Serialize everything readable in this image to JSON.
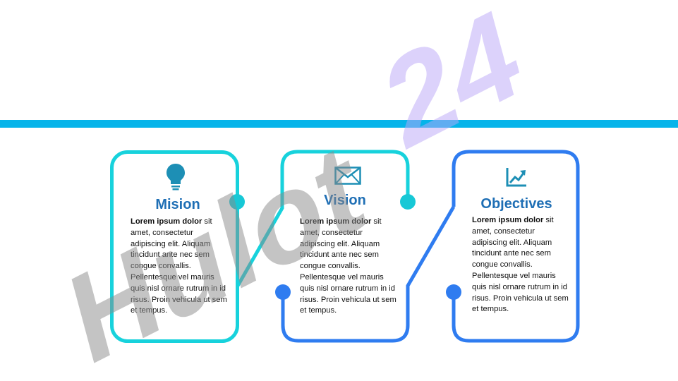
{
  "colors": {
    "top_bar": "#06b4ea",
    "cyan": "#17d2dc",
    "blue": "#2f7cf0",
    "title": "#1f6fb5",
    "icon": "#1d8fb5"
  },
  "cards": [
    {
      "icon": "lightbulb-icon",
      "title": "Mision",
      "bold": "Lorem ipsum dolor",
      "text": " sit amet, consectetur adipiscing elit. Aliquam tincidunt ante nec sem congue convallis. Pellentesque vel mauris quis nisl ornare rutrum in id risus. Proin vehicula ut sem et tempus."
    },
    {
      "icon": "envelope-icon",
      "title": "Vision",
      "bold": "Lorem ipsum dolor",
      "text": " sit amet, consectetur adipiscing elit. Aliquam tincidunt ante nec sem congue convallis. Pellentesque vel mauris quis nisl ornare rutrum in id risus. Proin vehicula ut sem et tempus."
    },
    {
      "icon": "growth-chart-icon",
      "title": "Objectives",
      "bold": "Lorem ipsum dolor",
      "text": " sit amet, consectetur adipiscing elit. Aliquam tincidunt ante nec sem congue convallis. Pellentesque vel mauris quis nisl ornare rutrum in id risus. Proin vehicula ut sem et tempus."
    }
  ],
  "watermark": {
    "word": "Hulot",
    "number": "24"
  }
}
